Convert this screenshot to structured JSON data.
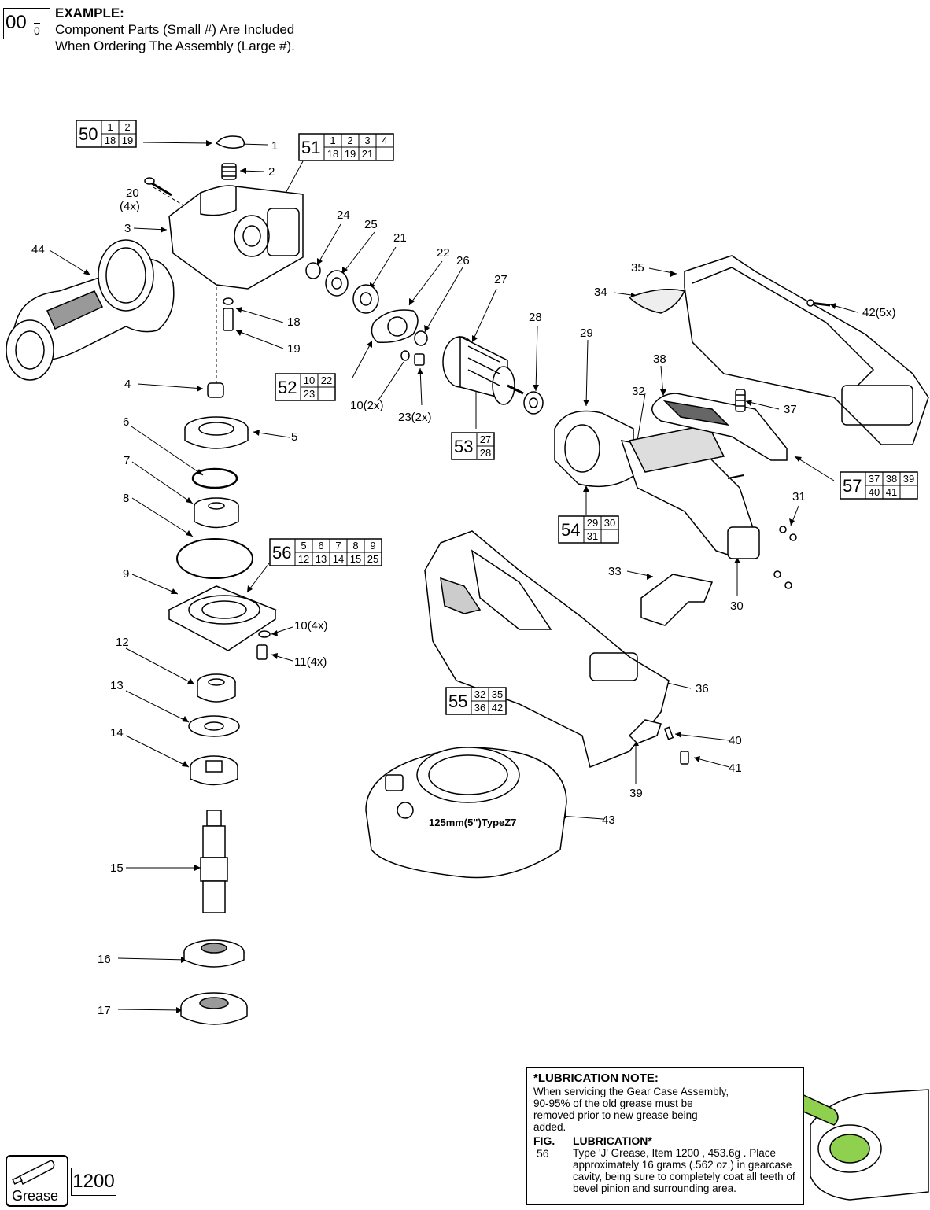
{
  "example": {
    "big": "00",
    "small": "0",
    "title": "EXAMPLE:",
    "line1": "Component Parts (Small #) Are Included",
    "line2": "When Ordering The Assembly (Large #)."
  },
  "assemblies": [
    {
      "id": "50",
      "cells": [
        "1",
        "2",
        "18",
        "19"
      ],
      "cols": 2
    },
    {
      "id": "51",
      "cells": [
        "1",
        "2",
        "3",
        "4",
        "18",
        "19",
        "21",
        ""
      ],
      "cols": 4
    },
    {
      "id": "52",
      "cells": [
        "10",
        "22",
        "23",
        ""
      ],
      "cols": 2
    },
    {
      "id": "53",
      "cells": [
        "27",
        "28"
      ],
      "cols": 1
    },
    {
      "id": "54",
      "cells": [
        "29",
        "30",
        "31",
        ""
      ],
      "cols": 2
    },
    {
      "id": "55",
      "cells": [
        "32",
        "35",
        "36",
        "42"
      ],
      "cols": 2
    },
    {
      "id": "56",
      "cells": [
        "5",
        "6",
        "7",
        "8",
        "9",
        "12",
        "13",
        "14",
        "15",
        "25"
      ],
      "cols": 5
    },
    {
      "id": "57",
      "cells": [
        "37",
        "38",
        "39",
        "40",
        "41",
        ""
      ],
      "cols": 3
    }
  ],
  "callouts": [
    "1",
    "2",
    "20",
    "(4x)",
    "3",
    "44",
    "24",
    "25",
    "21",
    "22",
    "26",
    "27",
    "28",
    "29",
    "35",
    "34",
    "42(5x)",
    "18",
    "19",
    "4",
    "10(2x)",
    "23(2x)",
    "38",
    "32",
    "37",
    "5",
    "6",
    "7",
    "8",
    "9",
    "10(4x)",
    "11(4x)",
    "12",
    "13",
    "14",
    "15",
    "16",
    "17",
    "31",
    "33",
    "30",
    "36",
    "40",
    "41",
    "39",
    "43"
  ],
  "lubrication": {
    "title": "*LUBRICATION NOTE:",
    "text": "When servicing the Gear Case Assembly, 90-95% of the old grease must be removed prior to new grease being added.",
    "fig_header": "FIG.",
    "fig_value": "56",
    "lub_header": "LUBRICATION*",
    "lub_text": "Type 'J' Grease, Item 1200 , 453.6g . Place approximately 16 grams (.562 oz.) in gearcase cavity, being sure to completely coat all teeth of bevel pinion and surrounding area."
  },
  "grease": {
    "label": "Grease",
    "number": "1200"
  },
  "colors": {
    "grease_green": "#8fd14f"
  }
}
